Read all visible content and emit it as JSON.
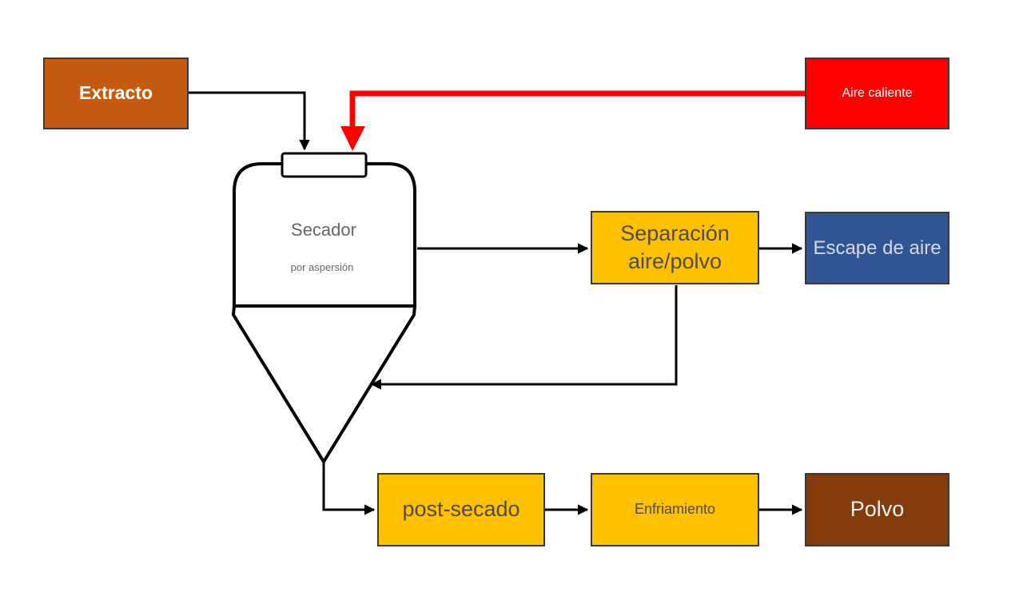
{
  "nodes": {
    "extracto": {
      "label": "Extracto",
      "fill": "#C55A11",
      "text_color": "#FFFFFF"
    },
    "aire_caliente": {
      "label": "Aire caliente",
      "fill": "#FF0000",
      "text_color": "#FFFFFF"
    },
    "secador": {
      "title": "Secador",
      "subtitle": "por aspersión",
      "fill": "#FFFFFF",
      "text_color": "#666666"
    },
    "separacion": {
      "label_line1": "Separación",
      "label_line2": "aire/polvo",
      "fill": "#FFC000",
      "text_color": "#4D4D4D"
    },
    "escape_aire": {
      "label": "Escape de aire",
      "fill": "#2F5597",
      "text_color": "#D9D9D9"
    },
    "post_secado": {
      "label": "post-secado",
      "fill": "#FFC000",
      "text_color": "#4D4D4D"
    },
    "enfriamiento": {
      "label": "Enfriamiento",
      "fill": "#FFC000",
      "text_color": "#4D4D4D"
    },
    "polvo": {
      "label": "Polvo",
      "fill": "#843C0C",
      "text_color": "#F2F2F2"
    }
  },
  "edges": [
    {
      "from": "extracto",
      "to": "secador",
      "color": "#000000"
    },
    {
      "from": "aire_caliente",
      "to": "secador",
      "color": "#FF0000"
    },
    {
      "from": "secador",
      "to": "separacion",
      "color": "#000000"
    },
    {
      "from": "separacion",
      "to": "escape_aire",
      "color": "#000000"
    },
    {
      "from": "separacion",
      "to": "secador",
      "color": "#000000"
    },
    {
      "from": "secador",
      "to": "post_secado",
      "color": "#000000"
    },
    {
      "from": "post_secado",
      "to": "enfriamiento",
      "color": "#000000"
    },
    {
      "from": "enfriamiento",
      "to": "polvo",
      "color": "#000000"
    }
  ]
}
